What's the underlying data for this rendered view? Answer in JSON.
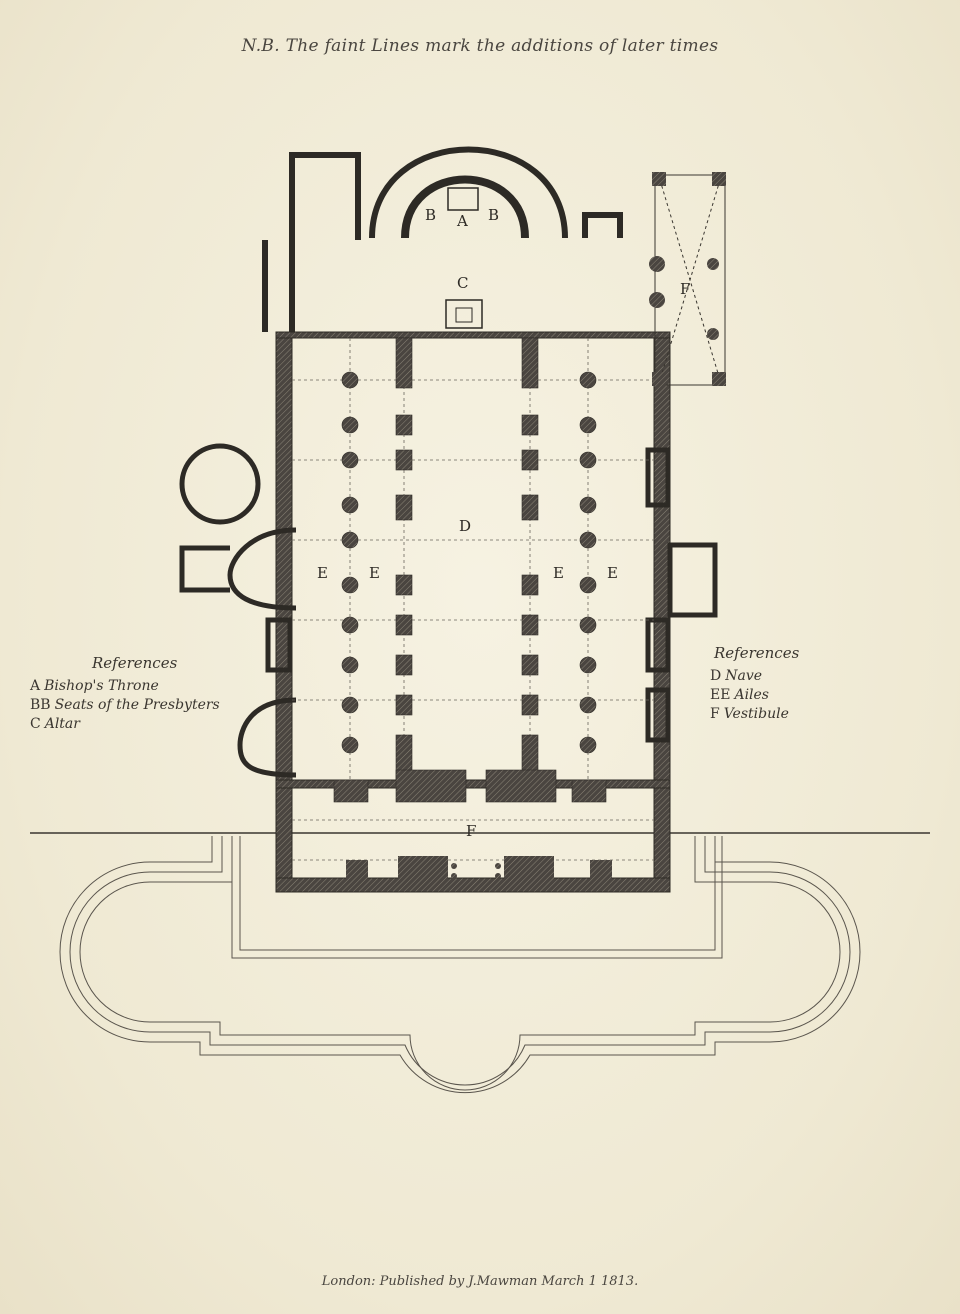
{
  "note": "N.B. The faint Lines mark the additions of later times",
  "plan_labels": {
    "b_left": "B",
    "a": "A",
    "b_right": "B",
    "c": "C",
    "f_vestibule": "F",
    "d": "D",
    "e1": "E",
    "e2": "E",
    "e3": "E",
    "e4": "E",
    "f_narthex": "F"
  },
  "references_left": {
    "title": "References",
    "items": [
      {
        "key": "A",
        "text": "Bishop's Throne"
      },
      {
        "key": "BB",
        "text": "Seats of the Presbyters"
      },
      {
        "key": "C",
        "text": "Altar"
      }
    ]
  },
  "references_right": {
    "title": "References",
    "items": [
      {
        "key": "D",
        "text": "Nave"
      },
      {
        "key": "EE",
        "text": "Ailes"
      },
      {
        "key": "F",
        "text": "Vestibule"
      }
    ]
  },
  "imprint": "London: Published by J.Mawman March 1 1813."
}
